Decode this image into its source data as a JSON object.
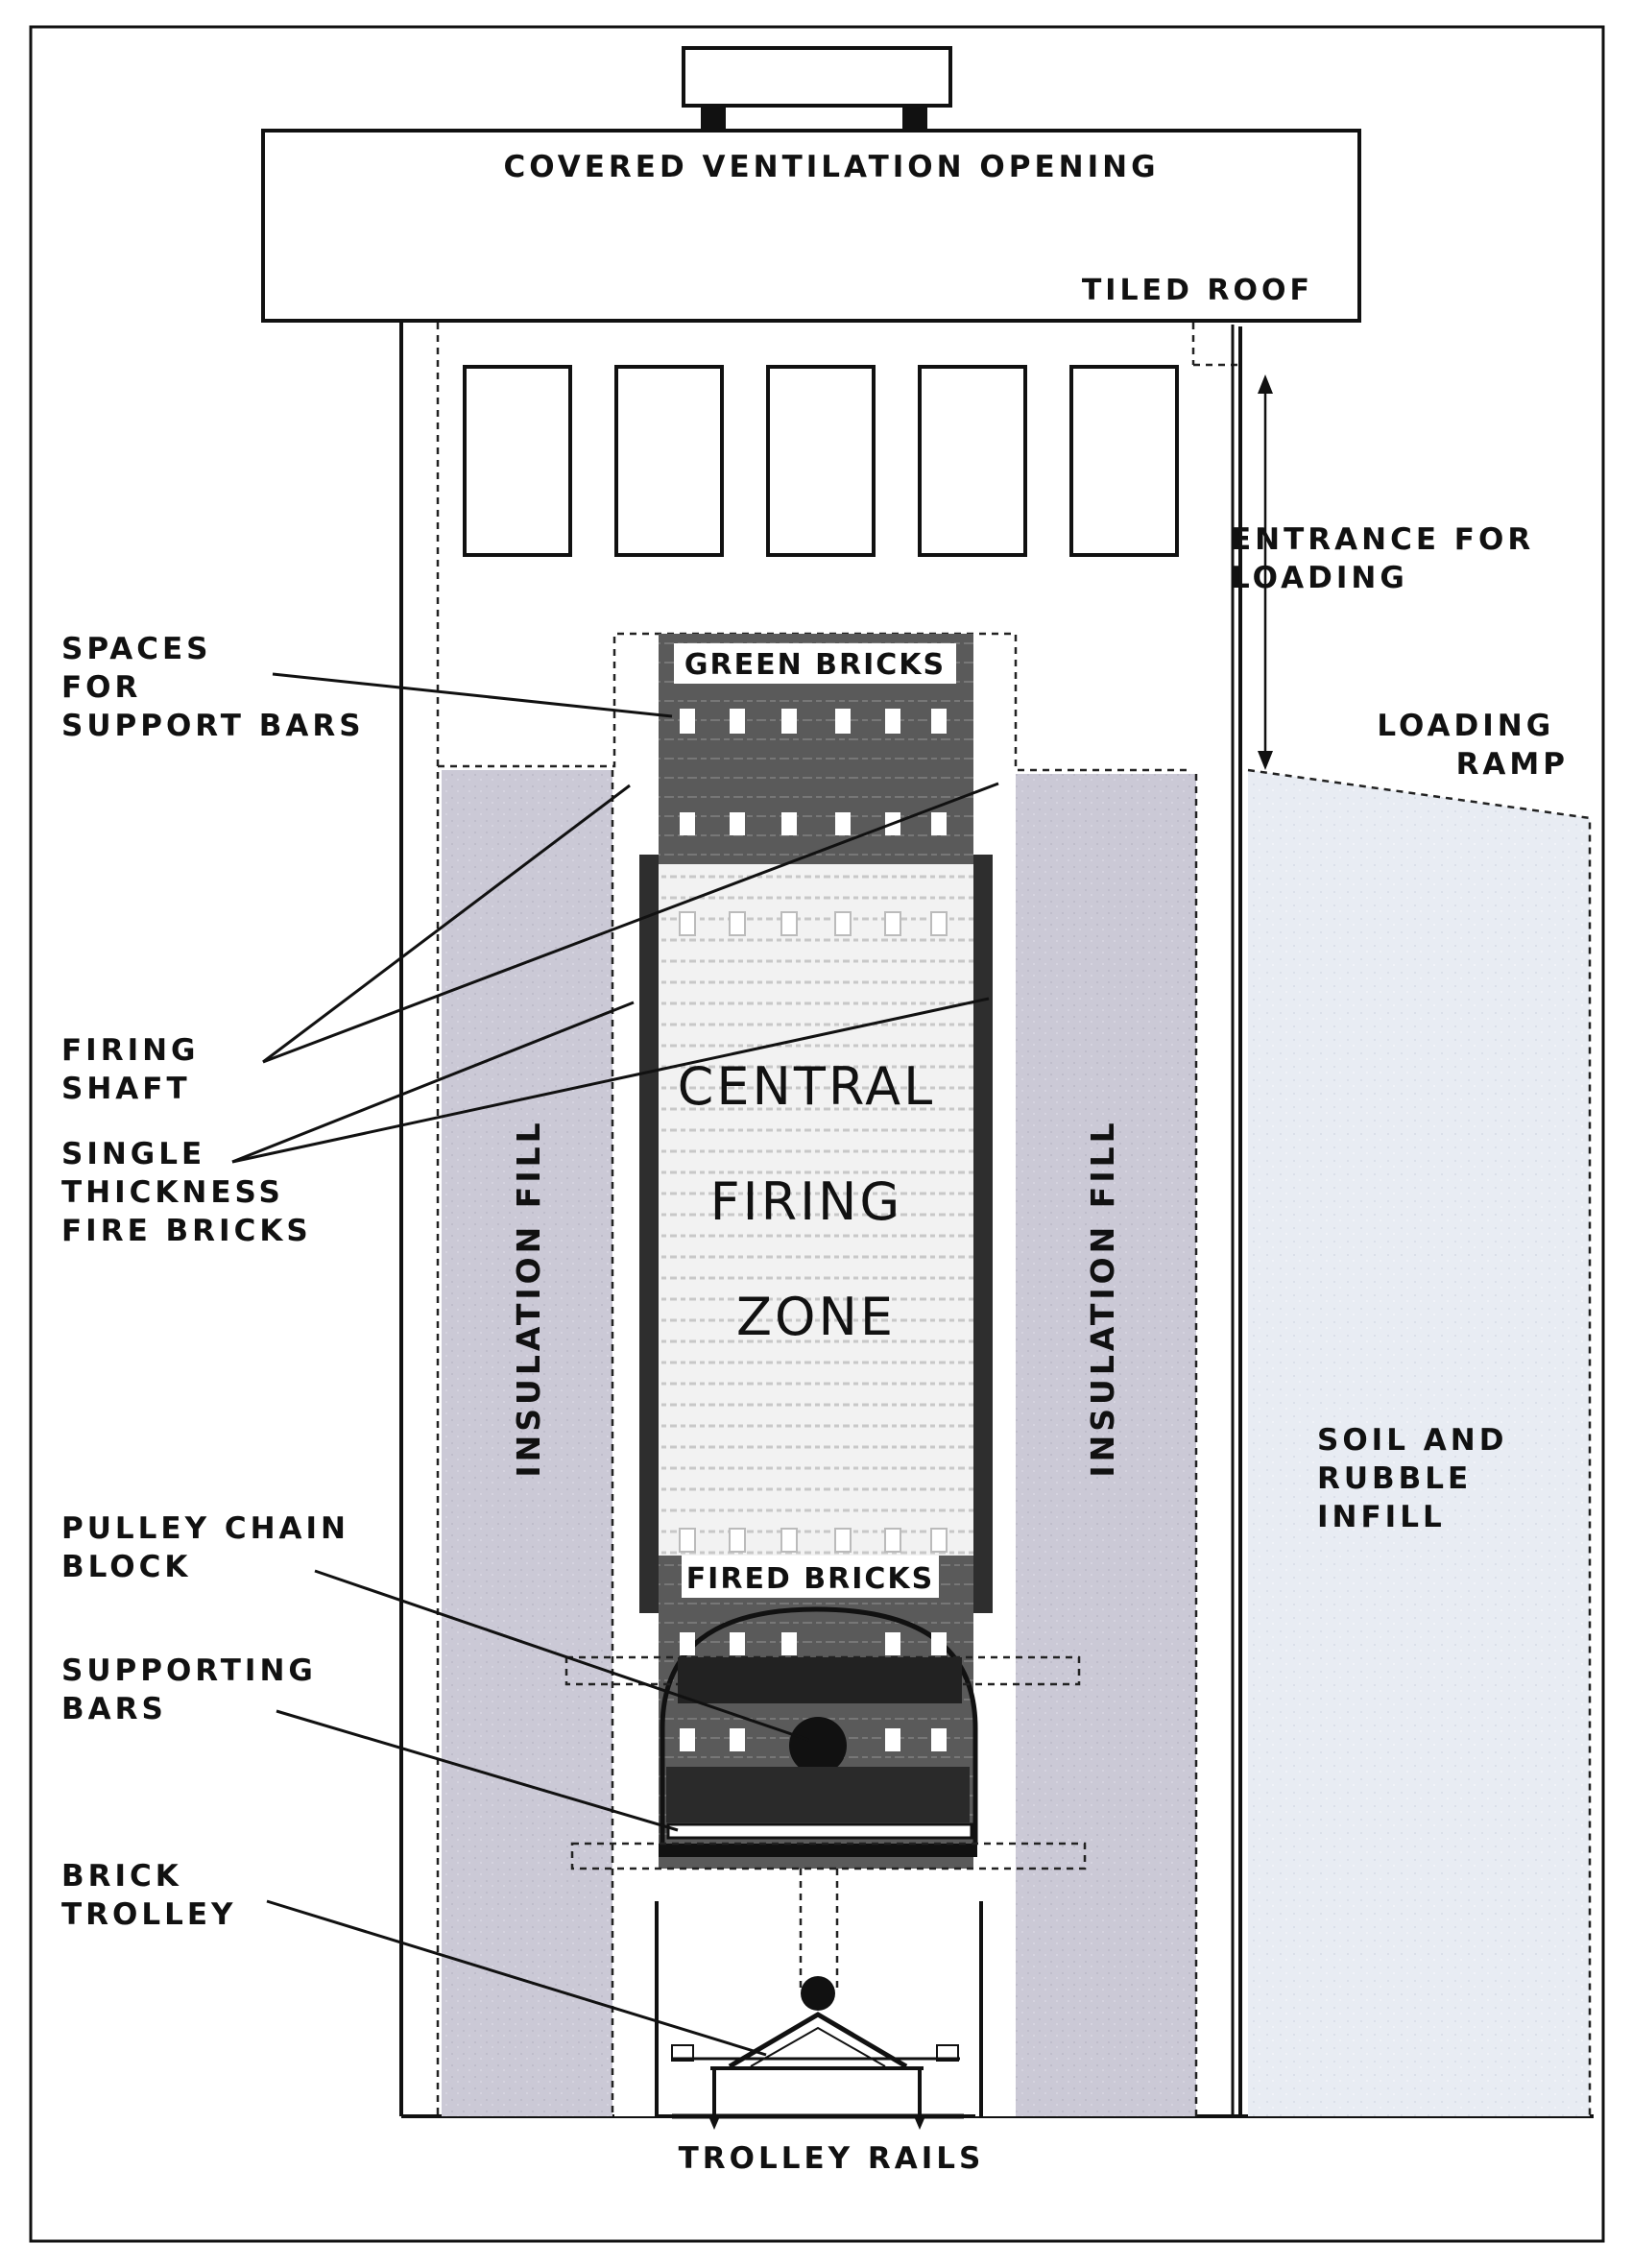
{
  "labels": {
    "covered_ventilation_opening": "COVERED VENTILATION OPENING",
    "tiled_roof": "TILED ROOF",
    "entrance_for_loading": [
      "ENTRANCE FOR",
      "LOADING"
    ],
    "loading_ramp": [
      "LOADING",
      "RAMP"
    ],
    "spaces_for_support_bars": [
      "SPACES",
      "FOR",
      "SUPPORT BARS"
    ],
    "green_bricks": "GREEN BRICKS",
    "firing_shaft": [
      "FIRING",
      "SHAFT"
    ],
    "single_thickness_fire_bricks": [
      "SINGLE",
      "THICKNESS",
      "FIRE BRICKS"
    ],
    "central_firing_zone": [
      "CENTRAL",
      "FIRING",
      "ZONE"
    ],
    "insulation_fill_left": "INSULATION FILL",
    "insulation_fill_right": "INSULATION FILL",
    "soil_and_rubble_infill": [
      "SOIL AND",
      "RUBBLE",
      "INFILL"
    ],
    "pulley_chain_block": [
      "PULLEY CHAIN",
      "BLOCK"
    ],
    "fired_bricks": "FIRED BRICKS",
    "supporting_bars": [
      "SUPPORTING",
      "BARS"
    ],
    "brick_trolley": [
      "BRICK",
      "TROLLEY"
    ],
    "trolley_rails": "TROLLEY RAILS"
  },
  "colors": {
    "insulation": "#cfcdd8",
    "soil": "#e9edf4",
    "green_brick_dark": "#4a4a4a",
    "fire_brick_wall": "#3a3a3a",
    "outline": "#111111"
  }
}
